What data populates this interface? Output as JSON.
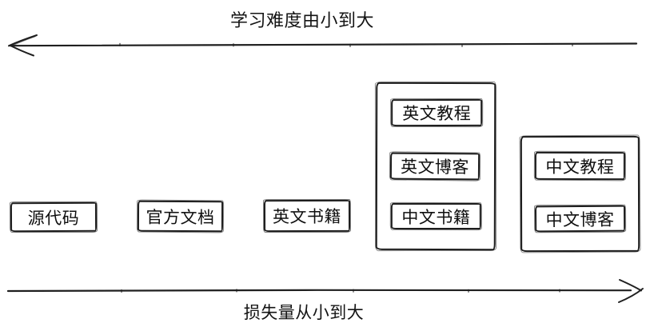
{
  "diagram": {
    "top_axis": {
      "label": "学习难度由小到大",
      "direction": "left"
    },
    "bottom_axis": {
      "label": "损失量从小到大",
      "direction": "right"
    },
    "boxes": {
      "source_code": "源代码",
      "official_docs": "官方文档",
      "english_books": "英文书籍",
      "english_tutorials": "英文教程",
      "english_blogs": "英文博客",
      "chinese_books": "中文书籍",
      "chinese_tutorials": "中文教程",
      "chinese_blogs": "中文博客"
    },
    "colors": {
      "stroke": "#1d1d1d",
      "text": "#111111",
      "background": "#ffffff"
    }
  }
}
